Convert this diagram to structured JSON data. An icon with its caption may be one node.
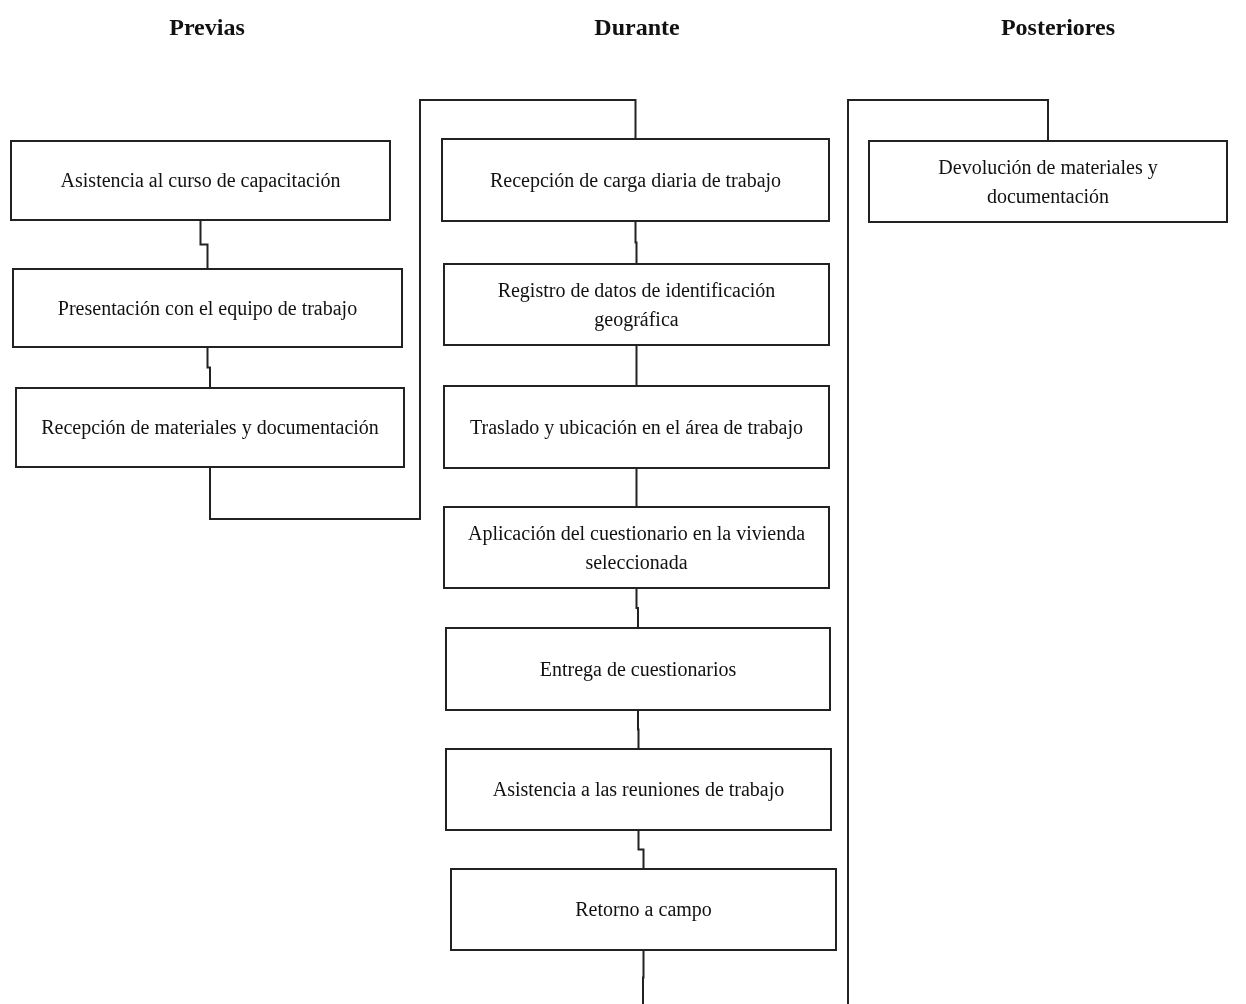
{
  "diagram": {
    "nodes": [
      {
        "text": [
          "Asistencia al curso de capacitación"
        ]
      },
      {
        "text": [
          "Presentación con el equipo de trabajo"
        ]
      },
      {
        "text": [
          "Recepción de materiales y documentación"
        ]
      },
      {
        "text": [
          "Recepción de carga diaria de trabajo"
        ]
      },
      {
        "text": [
          "Registro de datos de identificación geográfica"
        ]
      },
      {
        "text": [
          "Traslado y ubicación en el área de trabajo"
        ]
      },
      {
        "text": [
          "Aplicación del cuestionario en la vivienda seleccionada"
        ]
      },
      {
        "text": [
          "Entrega de cuestionarios"
        ]
      },
      {
        "text": [
          "Asistencia a las reuniones de trabajo"
        ]
      },
      {
        "text": [
          "Retorno a campo"
        ]
      },
      {
        "text": [
          "Devolución de materiales y documentación"
        ]
      }
    ],
    "edges": [
      {
        "from": 0,
        "to": 1,
        "arrow": "none"
      },
      {
        "from": 1,
        "to": 2,
        "arrow": "none"
      },
      {
        "from": 2,
        "to": 3,
        "arrow": "none"
      },
      {
        "from": 3,
        "to": 4,
        "arrow": "none"
      },
      {
        "from": 4,
        "to": 5,
        "arrow": "none"
      },
      {
        "from": 5,
        "to": 6,
        "arrow": "none"
      },
      {
        "from": 6,
        "to": 7,
        "arrow": "none"
      },
      {
        "from": 7,
        "to": 8,
        "arrow": "none"
      },
      {
        "from": 8,
        "to": 9,
        "arrow": "none"
      },
      {
        "from": 9,
        "to": null,
        "arrow": "none"
      },
      {
        "from": null,
        "to": 10,
        "arrow": "none"
      }
    ],
    "labels": [
      "Previas",
      "Durante",
      "Posteriores"
    ]
  }
}
